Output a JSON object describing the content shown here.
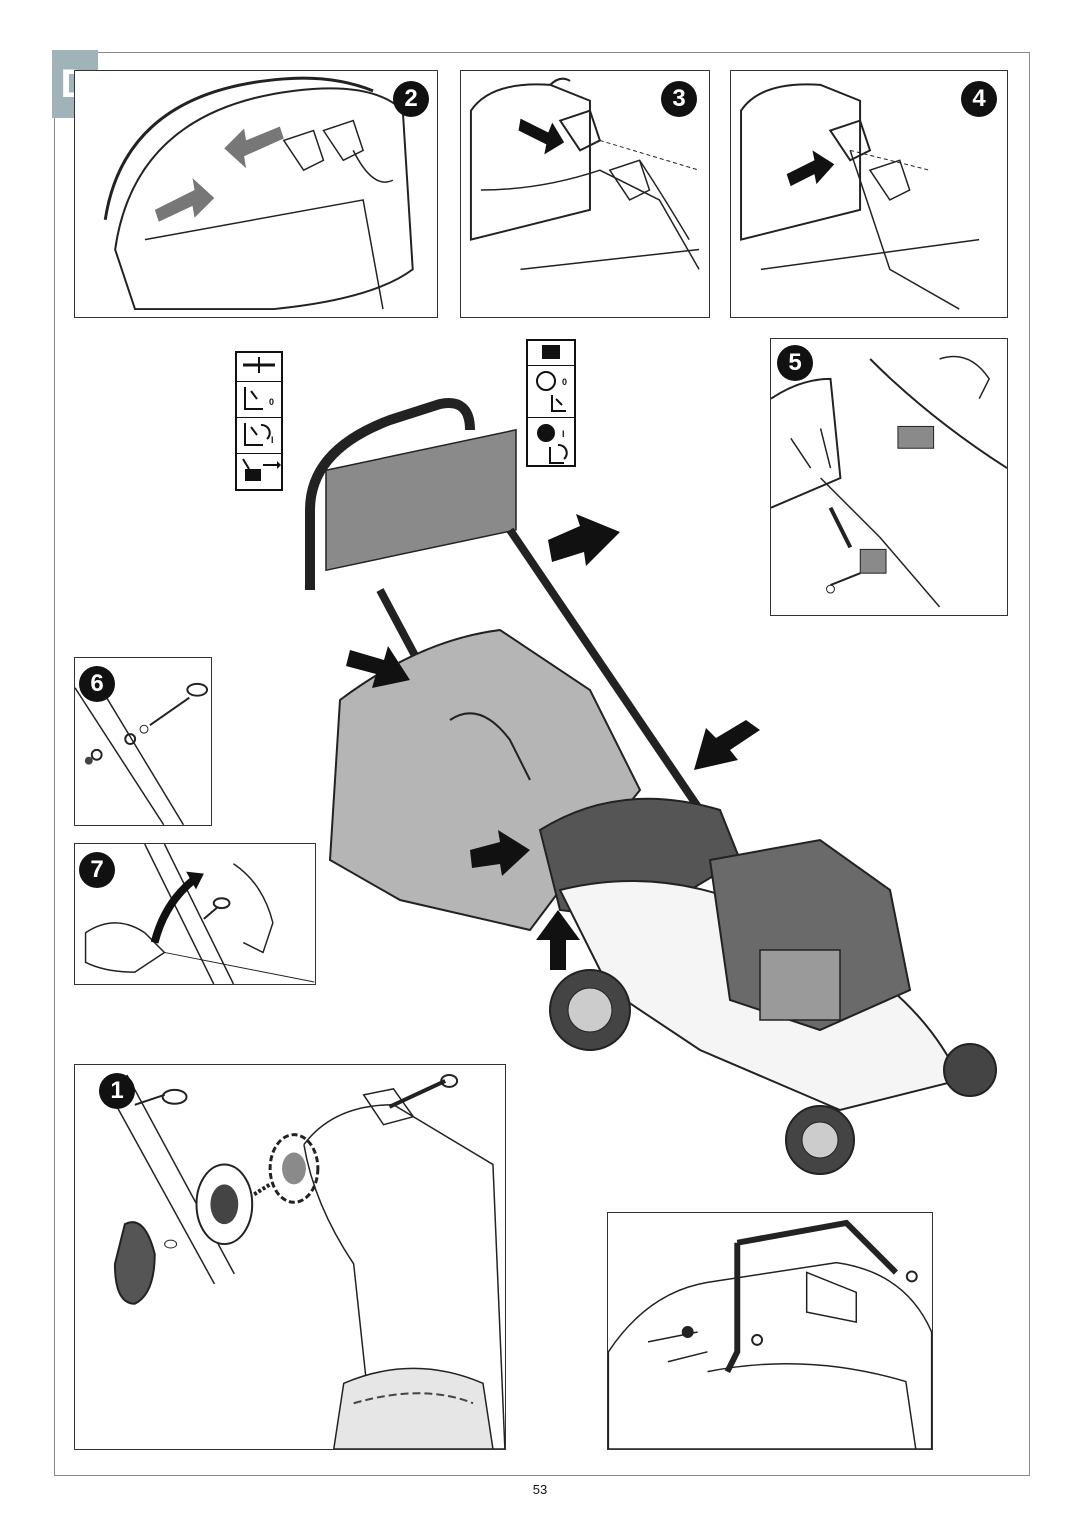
{
  "section": {
    "letter": "D"
  },
  "steps": {
    "step1": "1",
    "step2": "2",
    "step3": "3",
    "step4": "4",
    "step5": "5",
    "step6": "6",
    "step7": "7"
  },
  "icon_strips": {
    "left": {
      "symbols": [
        "0",
        "I"
      ]
    },
    "right": {
      "symbols": [
        "0",
        "I"
      ]
    }
  },
  "colors": {
    "tab": "#9fb3b8",
    "arrow": "#111111",
    "arrow_grey": "#777777",
    "line": "#222222",
    "fill_dark": "#444444",
    "fill_mid": "#8a8a8a"
  },
  "footer": {
    "page_number": "53"
  }
}
